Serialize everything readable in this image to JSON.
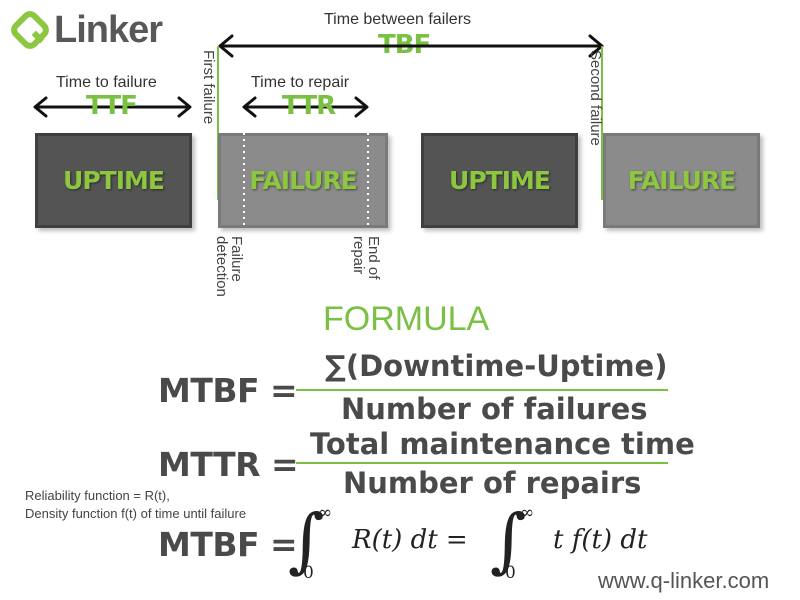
{
  "logo": {
    "text": "Linker",
    "mark": "q-logo-mark"
  },
  "timeline": {
    "tbf_caption": "Time between failers",
    "tbf_acronym": "TBF",
    "ttf_caption": "Time to failure",
    "ttf_acronym": "TTF",
    "ttr_caption": "Time to repair",
    "ttr_acronym": "TTR",
    "first_failure": "First failure",
    "second_failure": "Second failure",
    "failure_detection": [
      "Failure",
      "detection"
    ],
    "end_of_repair": [
      "End of",
      "repair"
    ],
    "blocks": [
      {
        "label": "UPTIME",
        "tone": "dark"
      },
      {
        "label": "FAILURE",
        "tone": "light"
      },
      {
        "label": "UPTIME",
        "tone": "dark"
      },
      {
        "label": "FAILURE",
        "tone": "light"
      }
    ]
  },
  "formula": {
    "title": "FORMULA",
    "mtbf_label": "MTBF =",
    "mtbf_numerator": "∑(Downtime-Uptime)",
    "mtbf_denominator": "Number of failures",
    "mttr_label": "MTTR =",
    "mttr_numerator": "Total maintenance time",
    "mttr_denominator": "Number of repairs",
    "note_line1": "Reliability function = R(t),",
    "note_line2": "Density function  f(t) of time until failure",
    "mtbf2_label": "MTBF =",
    "integral_upper": "∞",
    "integral_lower": "0",
    "integrand1": "R(t) dt =",
    "integrand2": "t f(t) dt"
  },
  "footer": {
    "website": "www.q-linker.com"
  },
  "colors": {
    "accent": "#7ac143",
    "dark_block": "#545454",
    "light_block": "#8b8b8b",
    "text": "#4a4a4a"
  }
}
